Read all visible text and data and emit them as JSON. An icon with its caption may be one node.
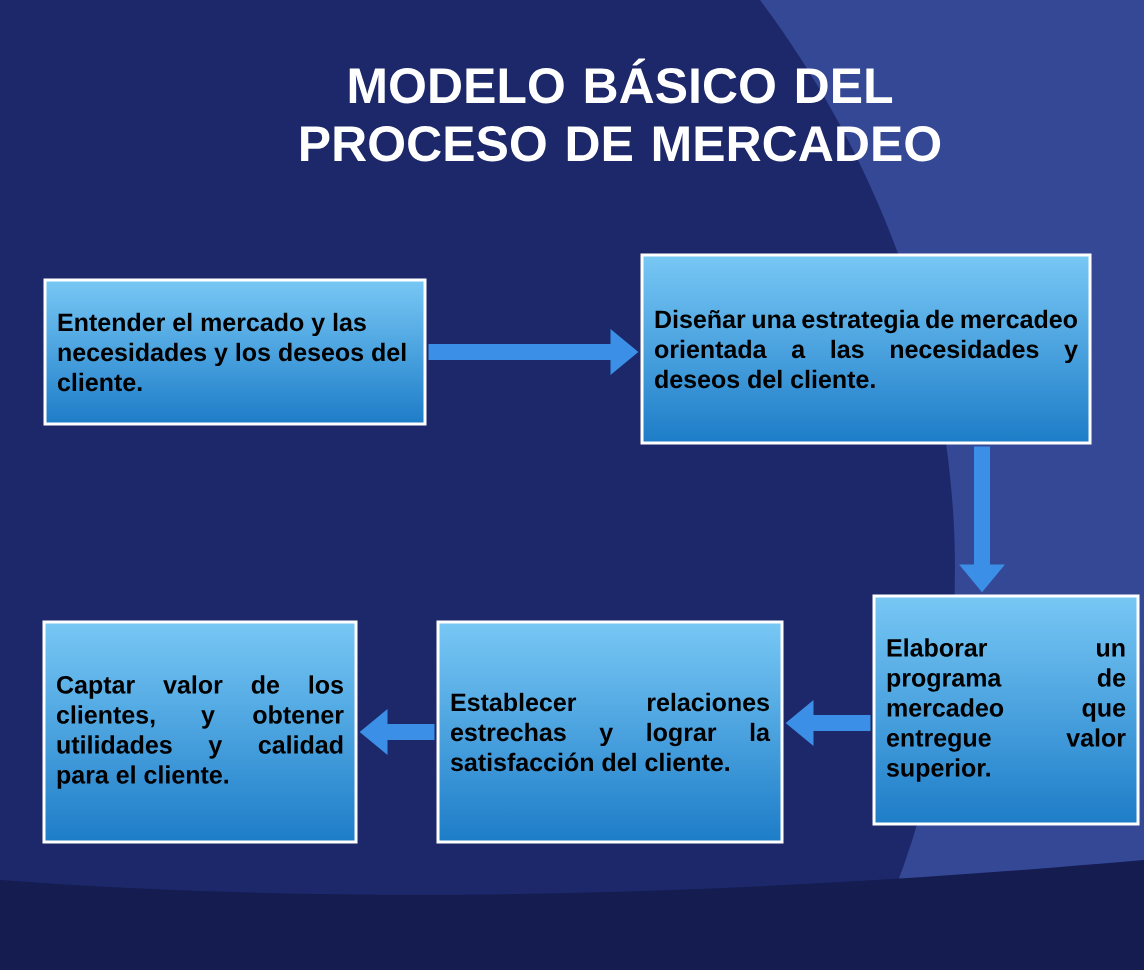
{
  "diagram": {
    "title": "MODELO BÁSICO DEL PROCESO DE MERCADEO",
    "nodes": [
      {
        "text": [
          "Entender el mercado y las necesidades y los deseos del cliente."
        ]
      },
      {
        "text": [
          "Diseñar una estrategia de mercadeo orientada a las necesidades y deseos del cliente."
        ]
      },
      {
        "text": [
          "Elaborar un programa de mercadeo que entregue valor superior."
        ]
      },
      {
        "text": [
          "Establecer relaciones estrechas y lograr la satisfacción del cliente."
        ]
      },
      {
        "text": [
          "Captar valor de los clientes, y obtener utilidades y calidad para el cliente."
        ]
      }
    ],
    "edges": [
      {
        "from": 0,
        "to": 1,
        "arrow": "to"
      },
      {
        "from": 1,
        "to": 2,
        "arrow": "to"
      },
      {
        "from": 2,
        "to": 3,
        "arrow": "to"
      },
      {
        "from": 3,
        "to": 4,
        "arrow": "to"
      }
    ]
  }
}
